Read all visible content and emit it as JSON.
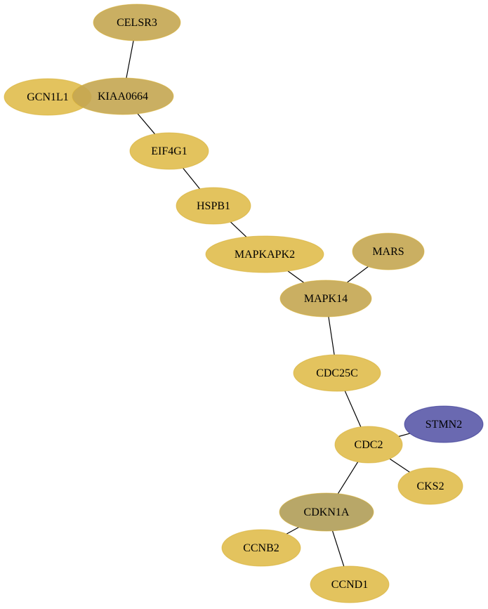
{
  "colors": {
    "gold": "#e0bc4c",
    "olive": "#c4a651",
    "olive_dark": "#b09d58",
    "blue": "#5a59a9",
    "stroke_gold": "#d6ae2e",
    "stroke_blue": "#2a2a8a"
  },
  "nodes": [
    {
      "id": "CELSR3",
      "label": "CELSR3",
      "fill": "olive"
    },
    {
      "id": "GCN1L1",
      "label": "GCN1L1",
      "fill": "gold"
    },
    {
      "id": "KIAA0664",
      "label": "KIAA0664",
      "fill": "olive"
    },
    {
      "id": "EIF4G1",
      "label": "EIF4G1",
      "fill": "gold"
    },
    {
      "id": "HSPB1",
      "label": "HSPB1",
      "fill": "gold"
    },
    {
      "id": "MAPKAPK2",
      "label": "MAPKAPK2",
      "fill": "gold"
    },
    {
      "id": "MARS",
      "label": "MARS",
      "fill": "olive"
    },
    {
      "id": "MAPK14",
      "label": "MAPK14",
      "fill": "olive"
    },
    {
      "id": "CDC25C",
      "label": "CDC25C",
      "fill": "gold"
    },
    {
      "id": "STMN2",
      "label": "STMN2",
      "fill": "blue"
    },
    {
      "id": "CDC2",
      "label": "CDC2",
      "fill": "gold"
    },
    {
      "id": "CKS2",
      "label": "CKS2",
      "fill": "gold"
    },
    {
      "id": "CDKN1A",
      "label": "CDKN1A",
      "fill": "olive_dark"
    },
    {
      "id": "CCNB2",
      "label": "CCNB2",
      "fill": "gold"
    },
    {
      "id": "CCND1",
      "label": "CCND1",
      "fill": "gold"
    }
  ],
  "edges": [
    [
      "CELSR3",
      "KIAA0664"
    ],
    [
      "KIAA0664",
      "EIF4G1"
    ],
    [
      "EIF4G1",
      "HSPB1"
    ],
    [
      "HSPB1",
      "MAPKAPK2"
    ],
    [
      "MAPKAPK2",
      "MAPK14"
    ],
    [
      "MARS",
      "MAPK14"
    ],
    [
      "MAPK14",
      "CDC25C"
    ],
    [
      "CDC25C",
      "CDC2"
    ],
    [
      "STMN2",
      "CDC2"
    ],
    [
      "CDC2",
      "CKS2"
    ],
    [
      "CDC2",
      "CDKN1A"
    ],
    [
      "CDKN1A",
      "CCNB2"
    ],
    [
      "CDKN1A",
      "CCND1"
    ]
  ]
}
